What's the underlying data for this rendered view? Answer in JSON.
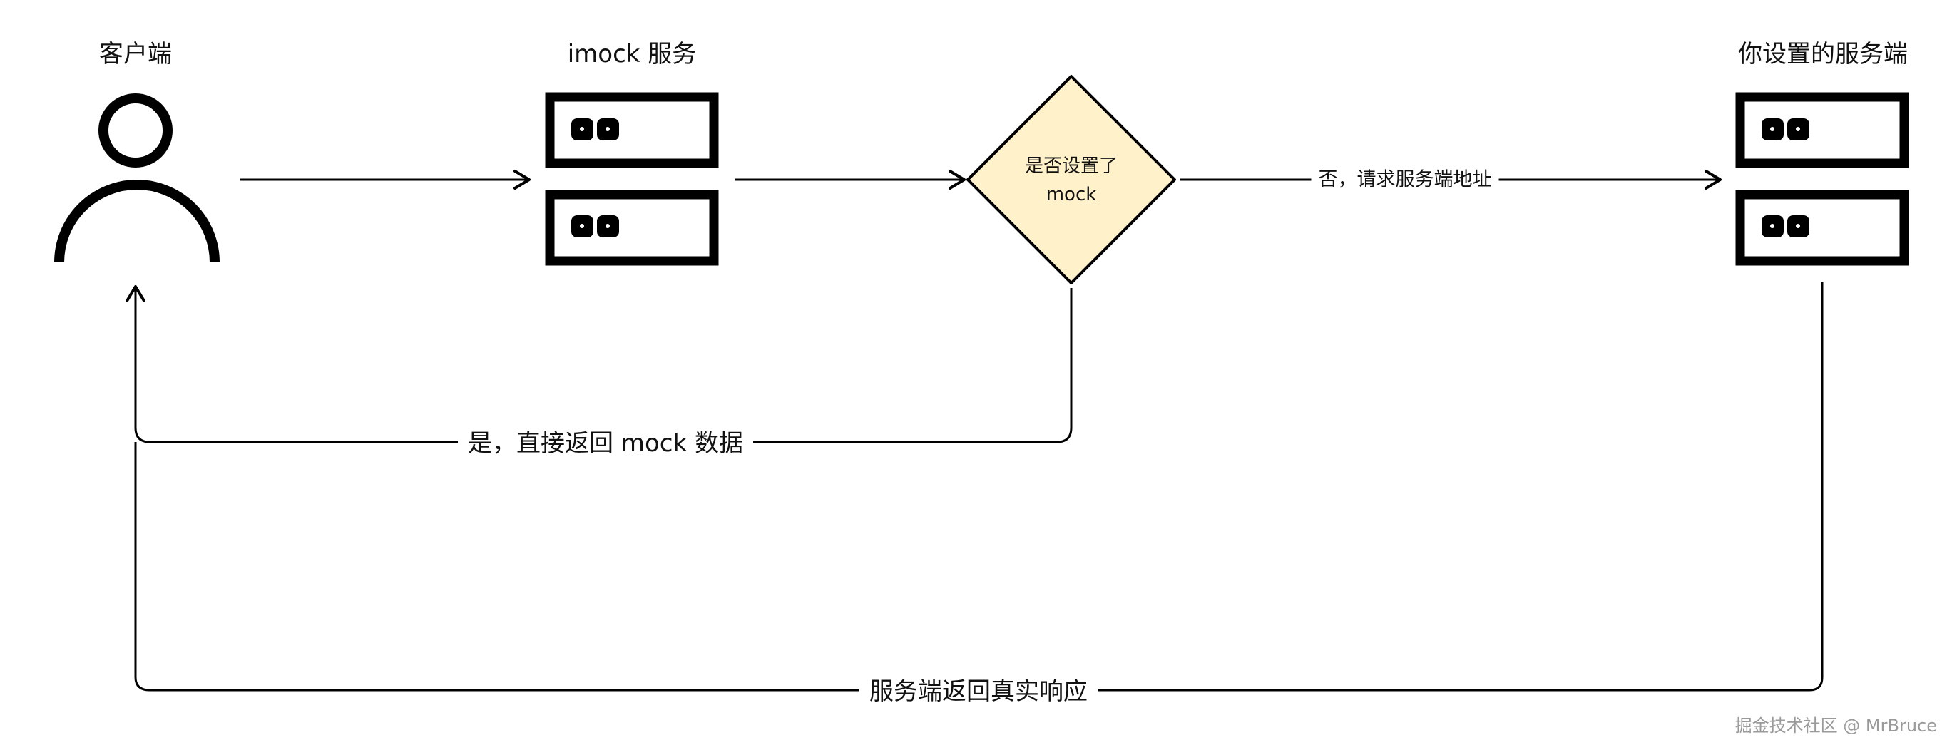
{
  "nodes": {
    "client": {
      "title": "客户端",
      "icon": "person-icon"
    },
    "imock": {
      "title": "imock 服务",
      "icon": "server-icon"
    },
    "decision": {
      "line1": "是否设置了",
      "line2": "mock",
      "fill": "#fff1c9"
    },
    "your_server": {
      "title": "你设置的服务端",
      "icon": "server-icon"
    }
  },
  "edges": {
    "no_request": "否，请求服务端地址",
    "yes_return_mock": "是，直接返回 mock 数据",
    "server_response": "服务端返回真实响应"
  },
  "watermark": "掘金技术社区 @ MrBruce",
  "colors": {
    "stroke": "#000000",
    "diamond_fill": "#fff1c9",
    "background": "#ffffff"
  }
}
